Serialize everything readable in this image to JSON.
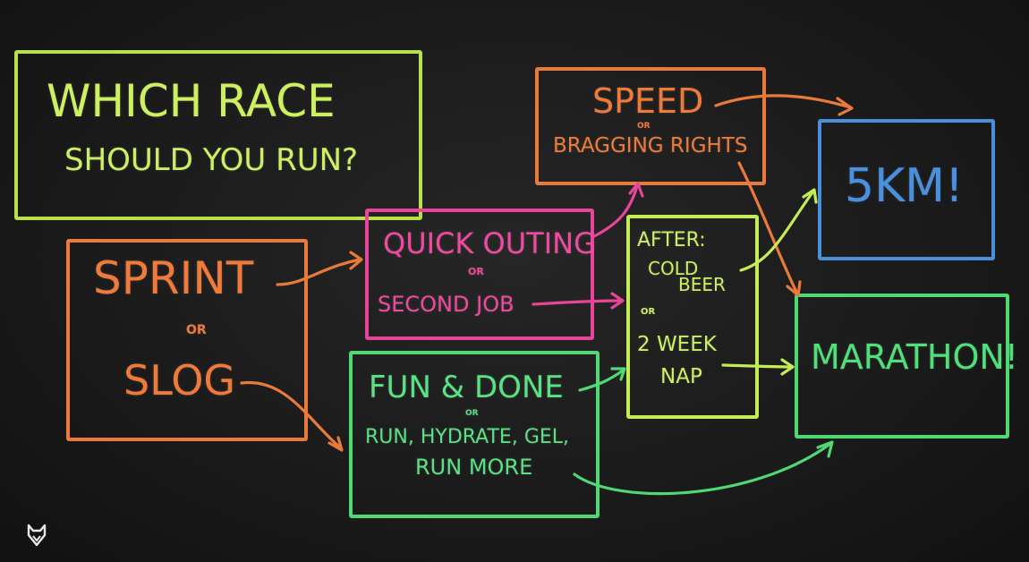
{
  "colors": {
    "board": "#1c1c1c",
    "lime": "#c8f05a",
    "orange": "#f07a3a",
    "pink": "#f04aa0",
    "green": "#4fe07a",
    "blue": "#4a90e0"
  },
  "title": {
    "line1": "WHICH RACE",
    "line2": "SHOULD YOU RUN?"
  },
  "start": {
    "option1": "SPRINT",
    "or": "OR",
    "option2": "SLOG"
  },
  "quick": {
    "option1": "QUICK OUTING",
    "or": "OR",
    "option2": "SECOND JOB"
  },
  "fun": {
    "option1": "FUN & DONE",
    "or": "OR",
    "option2_line1": "RUN, HYDRATE, GEL,",
    "option2_line2": "RUN MORE"
  },
  "speed": {
    "option1": "SPEED",
    "or": "OR",
    "option2": "BRAGGING RIGHTS"
  },
  "after": {
    "heading": "AFTER:",
    "option1_line1": "COLD",
    "option1_line2": "BEER",
    "or": "OR",
    "option2_line1": "2 WEEK",
    "option2_line2": "NAP"
  },
  "result_5k": {
    "label": "5KM!"
  },
  "result_marathon": {
    "label": "MARATHON!"
  },
  "logo": {
    "icon": "fox-head-icon"
  }
}
